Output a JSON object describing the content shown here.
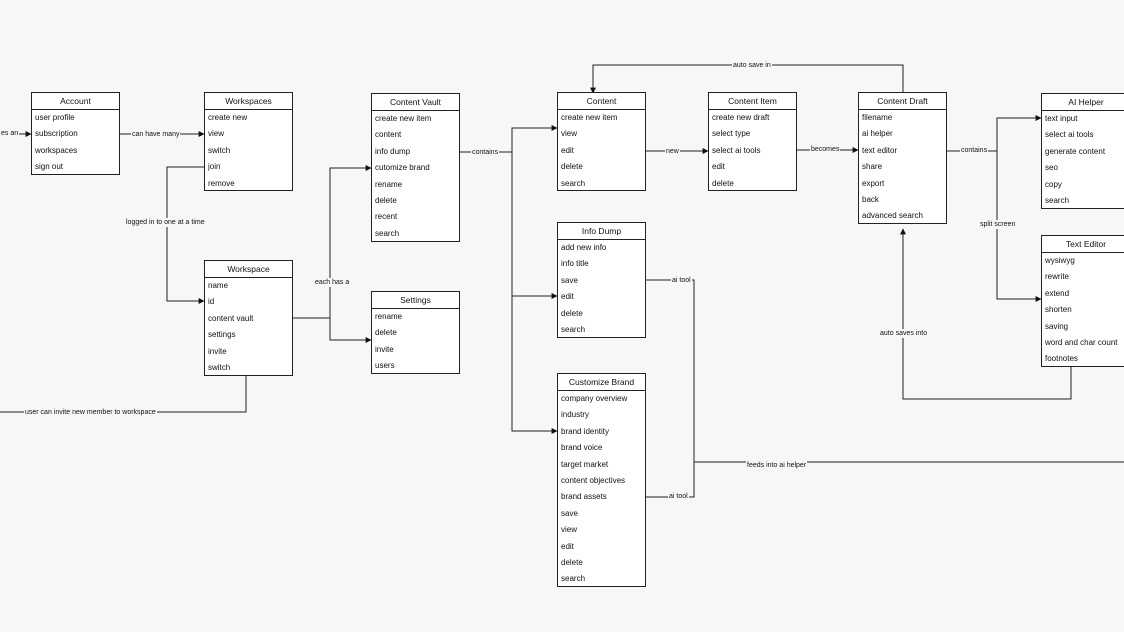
{
  "entities": {
    "account": {
      "title": "Account",
      "items": [
        "user profile",
        "subscription",
        "workspaces",
        "sign out"
      ]
    },
    "workspaces": {
      "title": "Workspaces",
      "items": [
        "create new",
        "view",
        "switch",
        "join",
        "remove"
      ]
    },
    "workspace": {
      "title": "Workspace",
      "items": [
        "name",
        "id",
        "content vault",
        "settings",
        "invite",
        "switch"
      ]
    },
    "content_vault": {
      "title": "Content Vault",
      "items": [
        "create new item",
        "content",
        "info dump",
        "cutomize brand",
        "rename",
        "delete",
        "recent",
        "search"
      ]
    },
    "settings": {
      "title": "Settings",
      "items": [
        "rename",
        "delete",
        "invite",
        "users"
      ]
    },
    "content": {
      "title": "Content",
      "items": [
        "create new item",
        "view",
        "edit",
        "delete",
        "search"
      ]
    },
    "content_item": {
      "title": "Content Item",
      "items": [
        "create new draft",
        "select type",
        "select ai tools",
        "edit",
        "delete"
      ]
    },
    "content_draft": {
      "title": "Content Draft",
      "items": [
        "filename",
        "ai helper",
        "text editor",
        "share",
        "export",
        "back",
        "advanced search"
      ]
    },
    "ai_helper": {
      "title": "AI Helper",
      "items": [
        "text input",
        "select ai tools",
        "generate content",
        "seo",
        "copy",
        "search"
      ]
    },
    "text_editor": {
      "title": "Text Editor",
      "items": [
        "wysiwyg",
        "rewrite",
        "extend",
        "shorten",
        "saving",
        "word and char count",
        "footnotes"
      ]
    },
    "info_dump": {
      "title": "Info Dump",
      "items": [
        "add new info",
        "info title",
        "save",
        "edit",
        "delete",
        "search"
      ]
    },
    "customize_brand": {
      "title": "Customize Brand",
      "items": [
        "company overview",
        "industry",
        "brand identity",
        "brand voice",
        "target market",
        "content objectives",
        "brand assets",
        "save",
        "view",
        "edit",
        "delete",
        "search"
      ]
    }
  },
  "edge_labels": {
    "has_an": "es an",
    "can_have_many": "can have many",
    "logged_in": "logged in to one at a time",
    "each_has_a": "each has a",
    "contains_vault": "contains",
    "new": "new",
    "becomes": "becomes",
    "contains_draft": "contains",
    "auto_save_in": "auto save in",
    "split_screen": "split screen",
    "auto_saves_into": "auto saves into",
    "ai_tool_info": "ai tool",
    "ai_tool_brand": "ai tool",
    "feeds_into": "feeds into ai helper",
    "invite_member": "user can invite new member to workspace"
  }
}
